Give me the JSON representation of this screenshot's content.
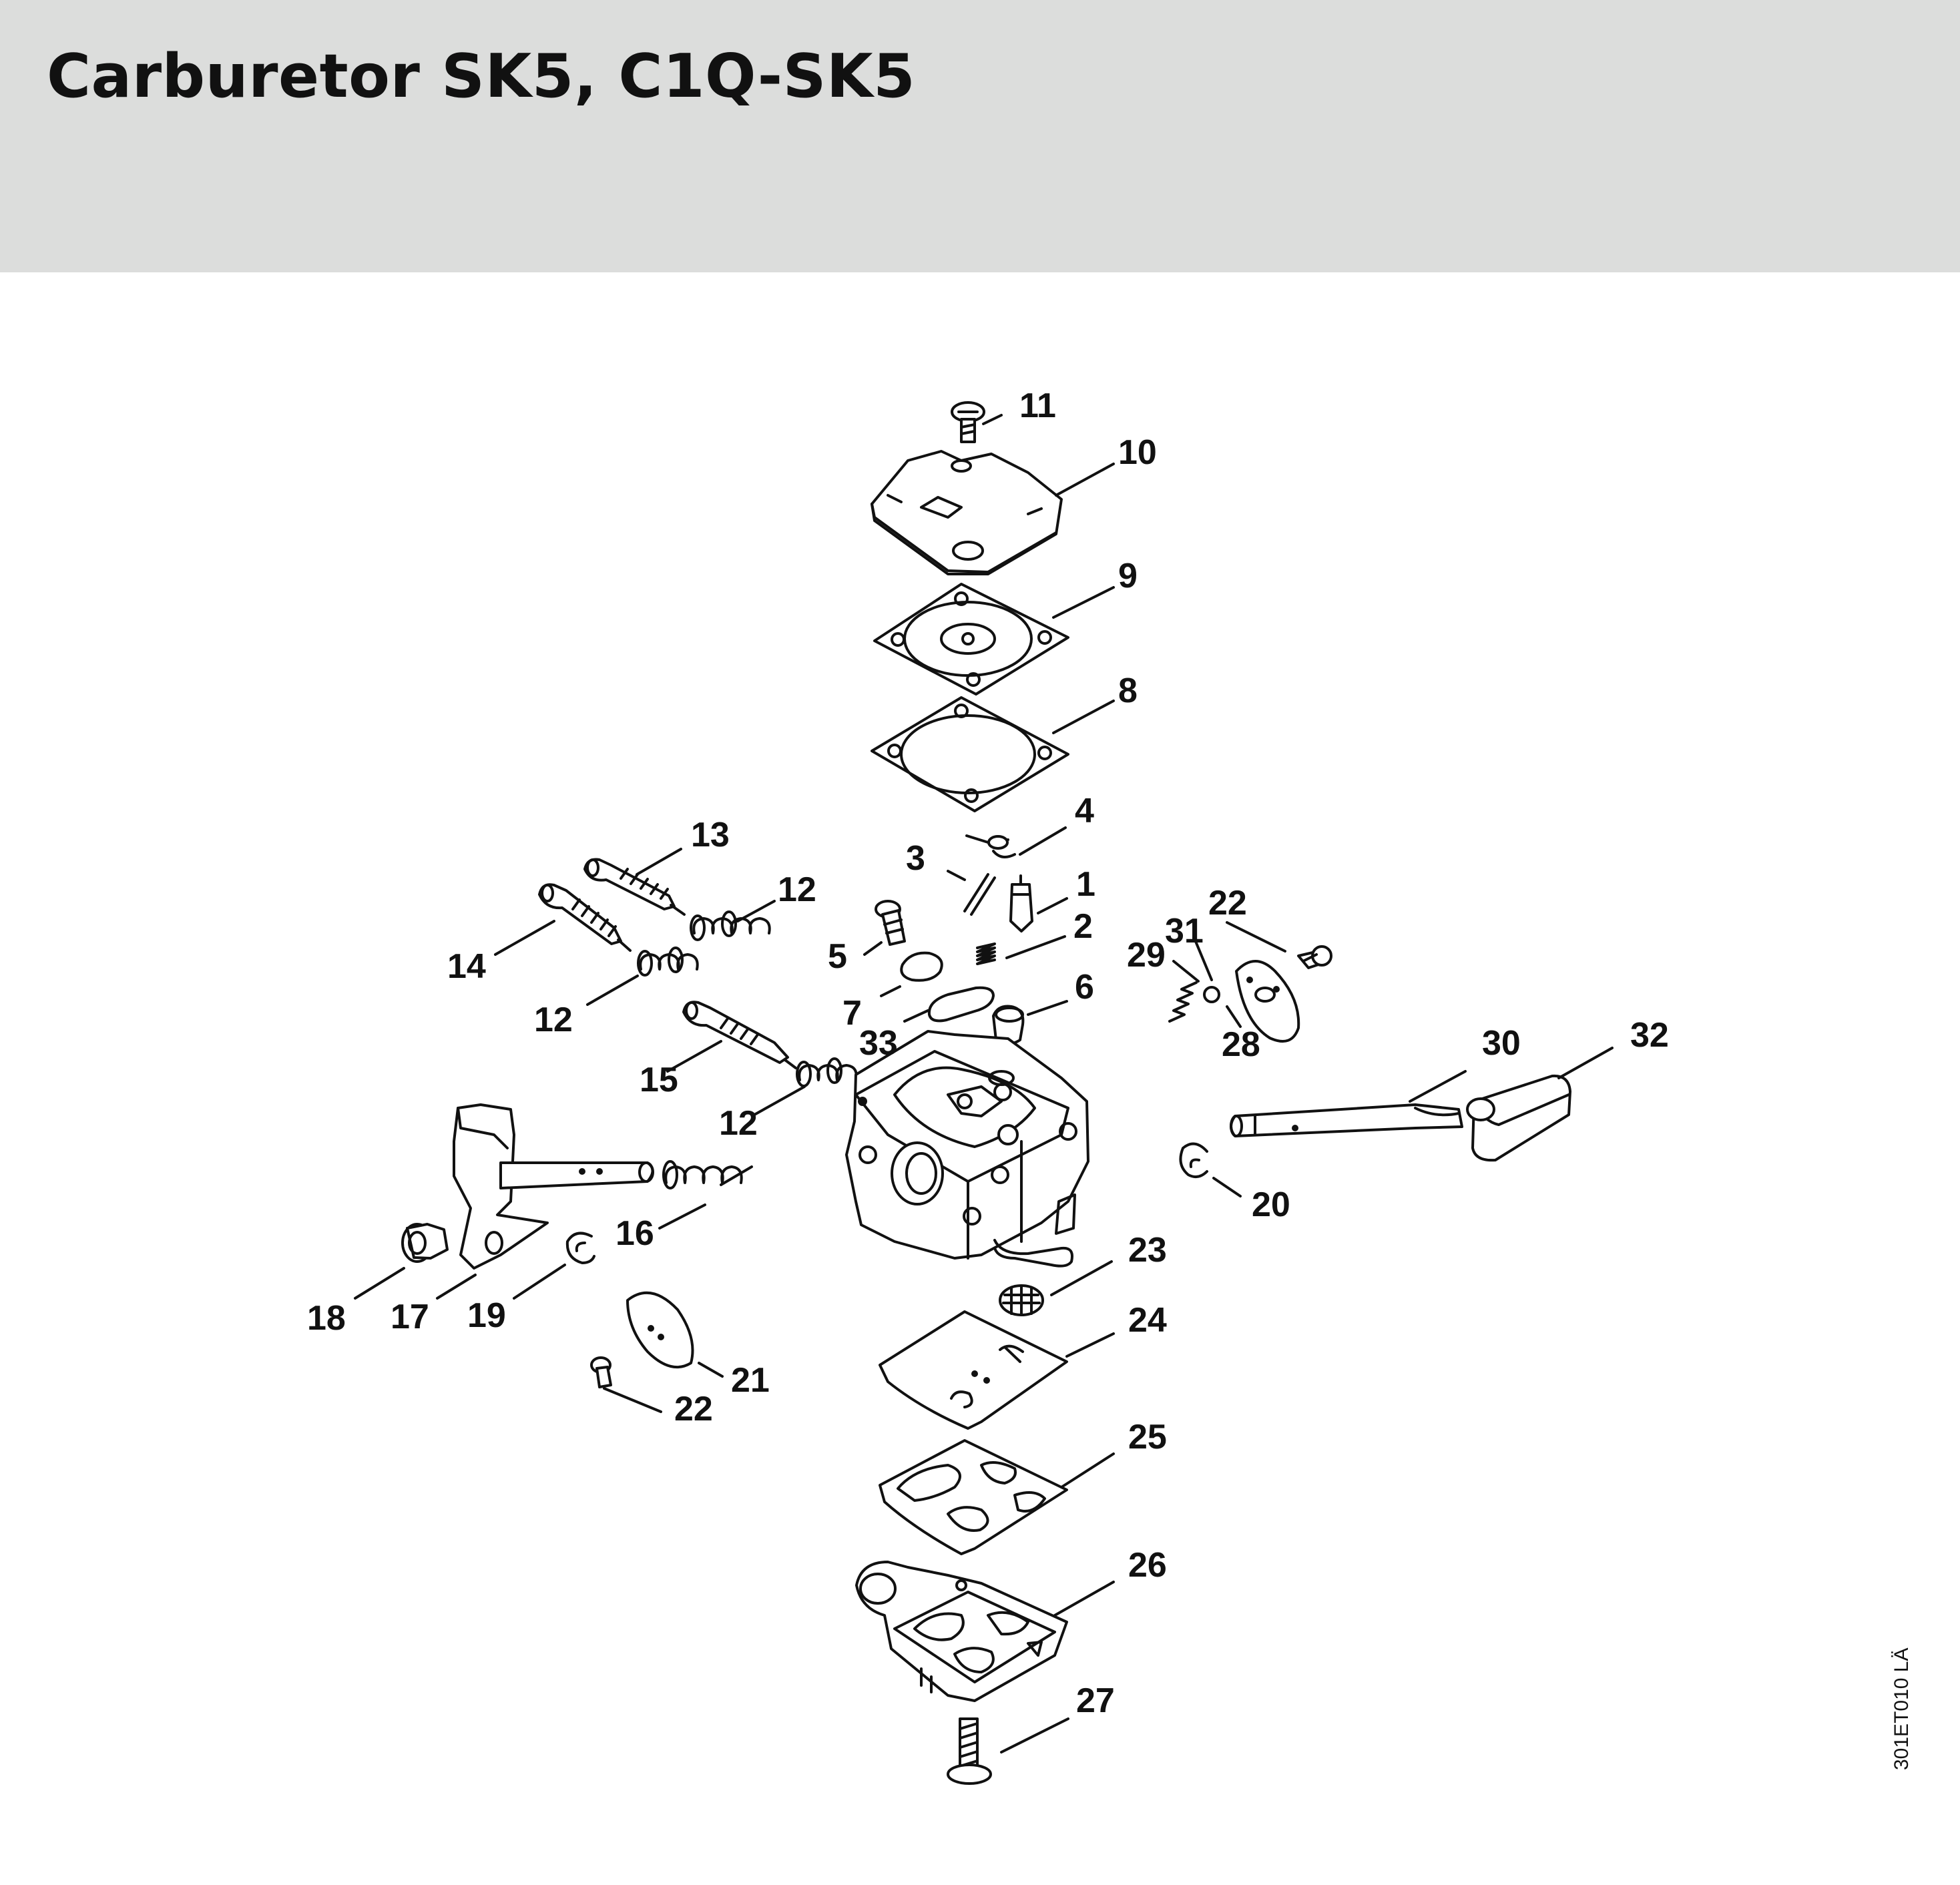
{
  "title": "Carburetor SK5, C1Q-SK5",
  "callouts": [
    "1",
    "2",
    "3",
    "4",
    "5",
    "6",
    "7",
    "8",
    "9",
    "10",
    "11",
    "12",
    "12",
    "12",
    "13",
    "14",
    "15",
    "16",
    "17",
    "18",
    "19",
    "20",
    "21",
    "22",
    "22",
    "23",
    "24",
    "25",
    "26",
    "27",
    "28",
    "29",
    "30",
    "31",
    "32",
    "33"
  ],
  "reference_code": "301ET010 LÄ",
  "colors": {
    "header_bg": "#dcdddc",
    "line": "#111111",
    "page_bg": "#ffffff"
  }
}
